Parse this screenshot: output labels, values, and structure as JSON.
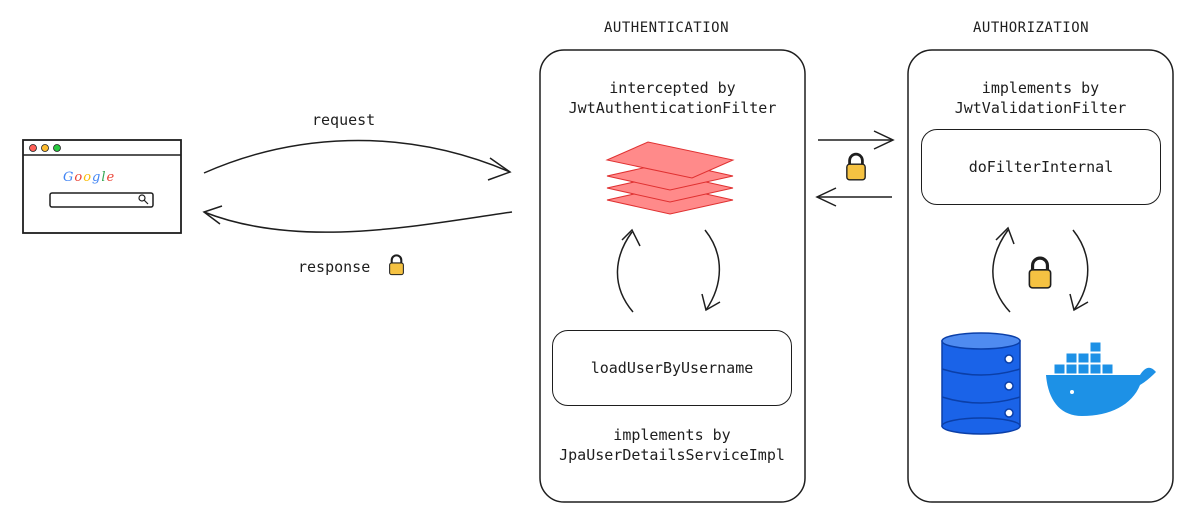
{
  "sections": {
    "authentication": {
      "title": "AUTHENTICATION",
      "header": [
        "intercepted by",
        "JwtAuthenticationFilter"
      ],
      "method_box": "loadUserByUsername",
      "footer": [
        "implements by",
        "JpaUserDetailsServiceImpl"
      ]
    },
    "authorization": {
      "title": "AUTHORIZATION",
      "header": [
        "implements by",
        "JwtValidationFilter"
      ],
      "method_box": "doFilterInternal"
    }
  },
  "client": {
    "logo_letters": [
      "G",
      "o",
      "o",
      "g",
      "l",
      "e"
    ],
    "logo_colors": [
      "#4285F4",
      "#EA4335",
      "#FBBC05",
      "#4285F4",
      "#34A853",
      "#EA4335"
    ],
    "icons": [
      "browser-window-icon",
      "search-icon"
    ]
  },
  "arrows": {
    "request_label": "request",
    "response_label": "response"
  },
  "icons": [
    "lock-icon",
    "filter-layers-icon",
    "database-icon",
    "docker-whale-icon"
  ],
  "colors": {
    "layers": "#ff8a8a",
    "lock": "#f5c242",
    "database": "#1a63e8",
    "docker": "#1d91e6",
    "stroke": "#1e1e1e"
  }
}
